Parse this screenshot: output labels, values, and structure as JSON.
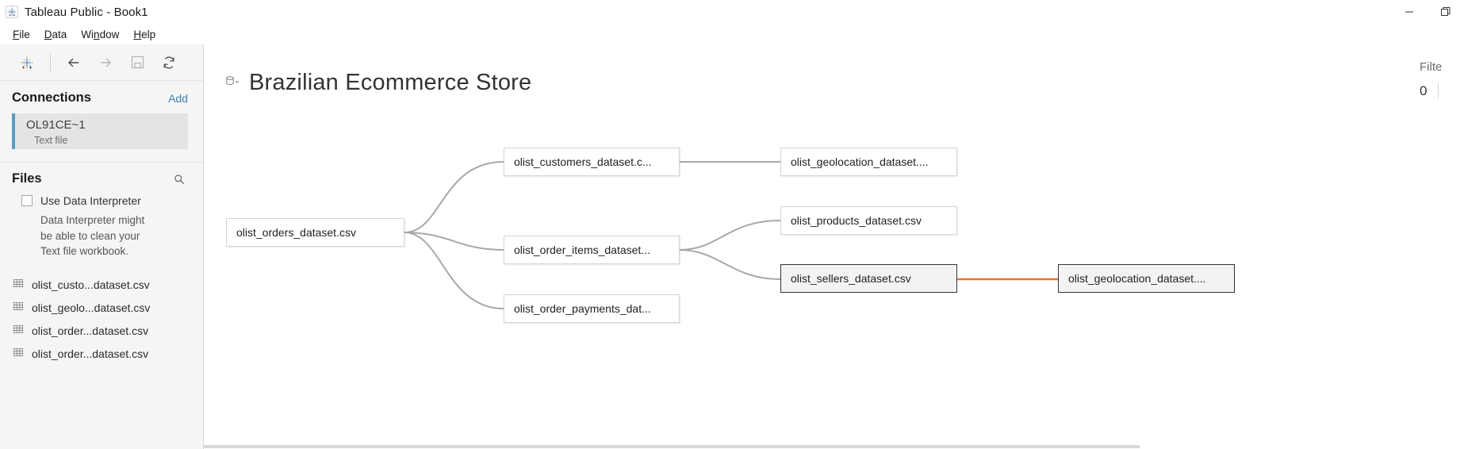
{
  "window": {
    "title": "Tableau Public - Book1",
    "app_icon": "tableau-logo-icon",
    "controls": {
      "minimize": "minimize-icon",
      "restore": "restore-icon"
    }
  },
  "menu": {
    "items": [
      {
        "label": "File",
        "accel": "F"
      },
      {
        "label": "Data",
        "accel": "D"
      },
      {
        "label": "Window",
        "accel": "n"
      },
      {
        "label": "Help",
        "accel": "H"
      }
    ]
  },
  "toolbar": {
    "buttons": [
      {
        "name": "tableau-home-icon",
        "enabled": true
      },
      {
        "name": "back-arrow-icon",
        "enabled": true
      },
      {
        "name": "forward-arrow-icon",
        "enabled": false
      },
      {
        "name": "save-icon",
        "enabled": false
      },
      {
        "name": "refresh-icon",
        "enabled": true
      }
    ]
  },
  "sidebar": {
    "connections": {
      "title": "Connections",
      "add_label": "Add",
      "items": [
        {
          "name": "OL91CE~1",
          "type": "Text file",
          "selected": true
        }
      ]
    },
    "files": {
      "title": "Files",
      "search_icon": "search-icon",
      "data_interpreter": {
        "checkbox_label": "Use Data Interpreter",
        "checked": false,
        "note": "Data Interpreter might be able to clean your Text file workbook."
      },
      "items": [
        {
          "label": "olist_custo...dataset.csv",
          "icon": "table-grid-icon"
        },
        {
          "label": "olist_geolo...dataset.csv",
          "icon": "table-grid-icon"
        },
        {
          "label": "olist_order...dataset.csv",
          "icon": "table-grid-icon"
        },
        {
          "label": "olist_order...dataset.csv",
          "icon": "table-grid-icon"
        }
      ]
    }
  },
  "canvas": {
    "datasource_icon": "database-cylinder-icon",
    "title": "Brazilian Ecommerce Store",
    "filters": {
      "label": "Filte",
      "count": "0"
    },
    "nodes": [
      {
        "id": "orders",
        "label": "olist_orders_dataset.csv",
        "selected": false
      },
      {
        "id": "customers",
        "label": "olist_customers_dataset.c...",
        "selected": false
      },
      {
        "id": "order_items",
        "label": "olist_order_items_dataset...",
        "selected": false
      },
      {
        "id": "order_payments",
        "label": "olist_order_payments_dat...",
        "selected": false
      },
      {
        "id": "geolocation1",
        "label": "olist_geolocation_dataset....",
        "selected": false
      },
      {
        "id": "products",
        "label": "olist_products_dataset.csv",
        "selected": false
      },
      {
        "id": "sellers",
        "label": "olist_sellers_dataset.csv",
        "selected": true
      },
      {
        "id": "geolocation2",
        "label": "olist_geolocation_dataset....",
        "selected": true
      }
    ],
    "link_colors": {
      "default": "#a8a8a8",
      "highlighted": "#e8762c"
    }
  }
}
